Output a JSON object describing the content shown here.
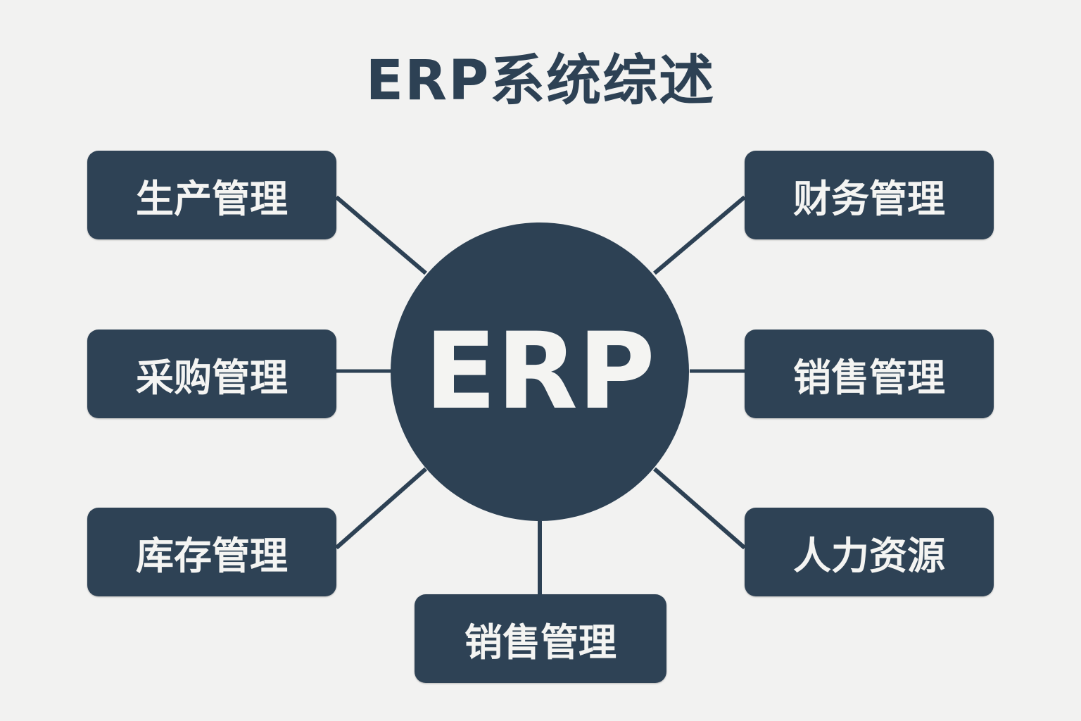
{
  "title": "ERP系统综述",
  "hub_label": "ERP",
  "colors": {
    "background": "#f2f2f1",
    "primary": "#2d4154",
    "text_light": "#f4f4f2"
  },
  "modules": {
    "left_top": "生产管理",
    "left_middle": "采购管理",
    "left_bottom": "库存管理",
    "right_top": "财务管理",
    "right_middle": "销售管理",
    "right_bottom": "人力资源",
    "bottom_center": "销售管理"
  }
}
